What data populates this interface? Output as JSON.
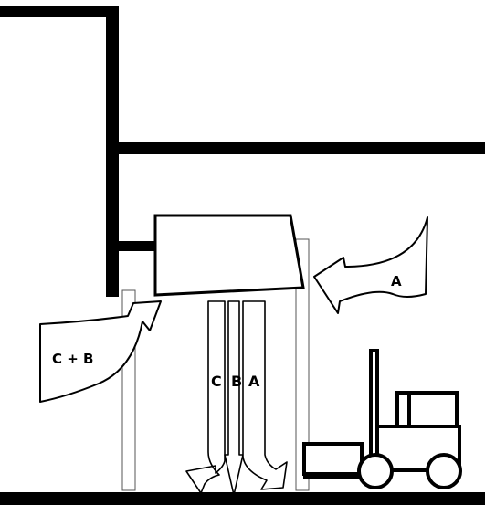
{
  "labels": {
    "arrow_a": "A",
    "arrow_cb": "C + B",
    "stream_c": "C",
    "stream_b": "B",
    "stream_a": "A"
  },
  "colors": {
    "line": "#000000",
    "background": "#ffffff"
  }
}
